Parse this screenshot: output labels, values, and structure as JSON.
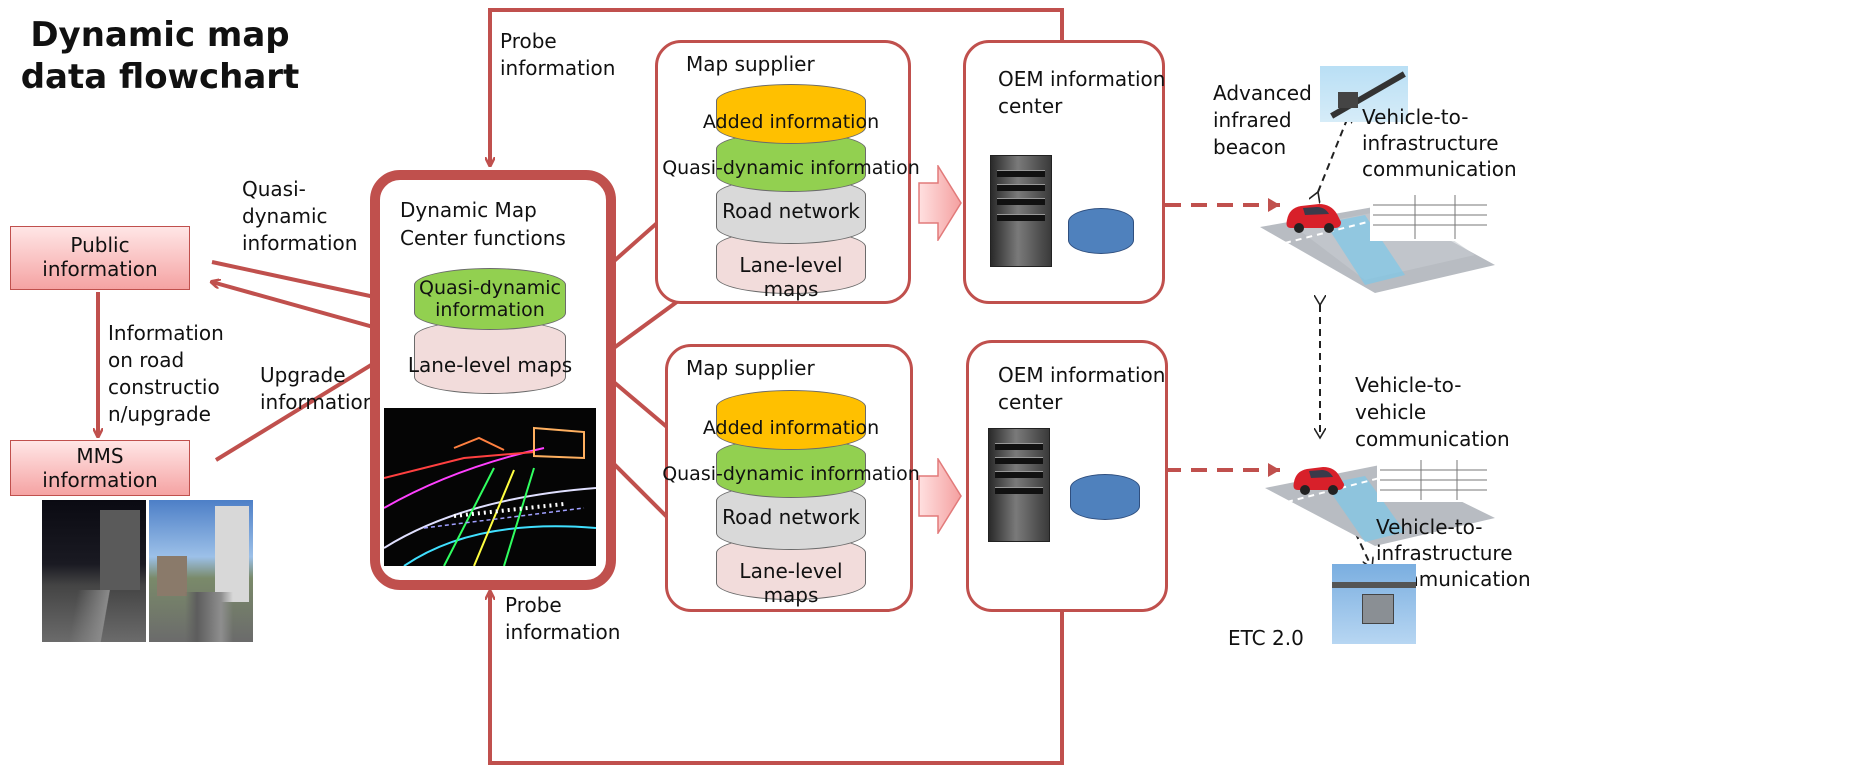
{
  "title": "Dynamic map data flowchart",
  "left": {
    "public_info": "Public information",
    "mms_info": "MMS information",
    "road_construction_label": "Information on road constructio n/upgrade",
    "quasi_dynamic_label": "Quasi- dynamic information",
    "upgrade_label": "Upgrade information"
  },
  "center": {
    "title": "Dynamic Map Center functions",
    "layer_quasi": "Quasi-dynamic information",
    "layer_lane": "Lane-level maps",
    "probe_top": "Probe information",
    "probe_bottom": "Probe information"
  },
  "suppliers": [
    {
      "title": "Map supplier",
      "layers": [
        "Added information",
        "Quasi-dynamic information",
        "Road network",
        "Lane-level maps"
      ]
    },
    {
      "title": "Map supplier",
      "layers": [
        "Added information",
        "Quasi-dynamic information",
        "Road network",
        "Lane-level maps"
      ]
    }
  ],
  "oem": [
    {
      "title": "OEM information center"
    },
    {
      "title": "OEM information center"
    }
  ],
  "right": {
    "beacon": "Advanced infrared beacon",
    "v2i_top": "Vehicle-to- infrastructure communication",
    "v2v": "Vehicle-to- vehicle communication",
    "v2i_bottom": "Vehicle-to- infrastructure communication",
    "etc": "ETC 2.0"
  },
  "colors": {
    "frame": "#c0504d",
    "added": "#ffc000",
    "quasi": "#92d050",
    "road": "#d9d9d9",
    "lane": "#f2dcdb",
    "db": "#4f81bd"
  }
}
